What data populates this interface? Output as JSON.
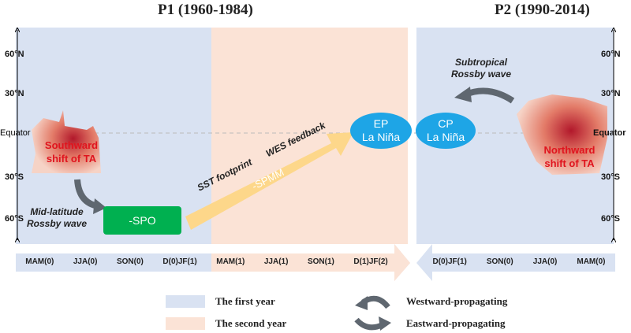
{
  "titles": {
    "p1": "P1 (1960-1984)",
    "p2": "P2 (1990-2014)"
  },
  "lat_ticks": [
    "60°N",
    "30°N",
    "Equator",
    "30°S",
    "60°S"
  ],
  "labels": {
    "southward": "Southward shift of TA",
    "northward": "Northward shift of TA",
    "midlat": "Mid-latitude Rossby wave",
    "subtrop": "Subtropical Rossby wave",
    "spo": "-SPO",
    "spmm": "-SPMM",
    "sst": "SST footprint",
    "wes": "WES feedback",
    "ep": [
      "EP",
      "La Niña"
    ],
    "cp": [
      "CP",
      "La Niña"
    ]
  },
  "p1_seasons": [
    "MAM(0)",
    "JJA(0)",
    "SON(0)",
    "D(0)JF(1)",
    "MAM(1)",
    "JJA(1)",
    "SON(1)",
    "D(1)JF(2)"
  ],
  "p2_seasons": [
    "D(0)JF(1)",
    "SON(0)",
    "JJA(0)",
    "MAM(0)"
  ],
  "legend": {
    "first": "The first year",
    "second": "The second year",
    "west": "Westward-propagating",
    "east": "Eastward-propagating"
  },
  "colors": {
    "first": "#d9e2f2",
    "second": "#fbe3d6",
    "spo": "#00b050",
    "oval": "#1ea5e6",
    "arrow": "#fdd78a"
  }
}
